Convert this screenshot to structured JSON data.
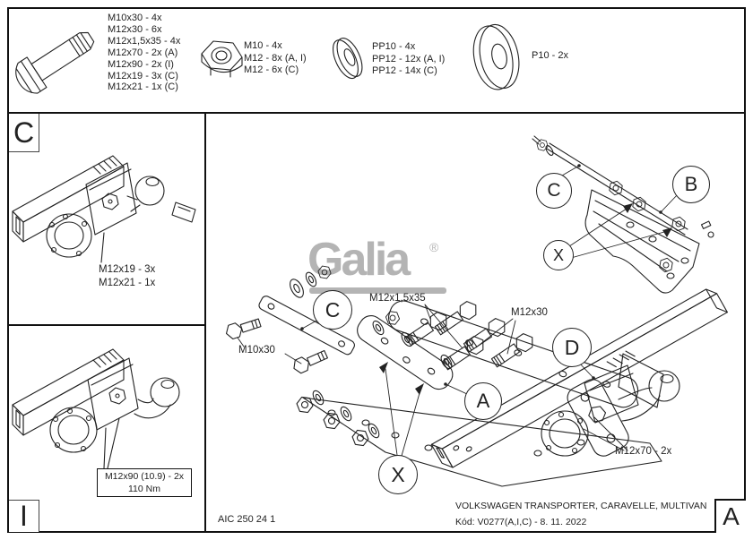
{
  "top_hardware": {
    "bolt_lines": [
      "M10x30 - 4x",
      "M12x30 - 6x",
      "M12x1,5x35 - 4x",
      "M12x70 - 2x (A)",
      "M12x90 - 2x (I)",
      "M12x19 - 3x (C)",
      "M12x21 - 1x (C)"
    ],
    "nut_lines": [
      "M10 - 4x",
      "M12 - 8x (A, I)",
      "M12 - 6x (C)"
    ],
    "washer_lines": [
      "PP10 - 4x",
      "PP12 - 12x (A, I)",
      "PP12 - 14x (C)"
    ],
    "big_washer_lines": [
      "P10 - 2x"
    ]
  },
  "panel_c": {
    "corner_label": "C",
    "note_lines": [
      "M12x19 - 3x",
      "M12x21 - 1x"
    ]
  },
  "panel_i": {
    "corner_label": "I",
    "box_lines": [
      "M12x90 (10.9) - 2x",
      "110 Nm"
    ]
  },
  "logo": {
    "text": "Galia",
    "registered": "®"
  },
  "main_labels": {
    "bolt_m12x1535": "M12x1,5x35",
    "bolt_m12x30": "M12x30",
    "bolt_m10x30": "M10x30",
    "bolt_m12x70": "M12x70 - 2x"
  },
  "callouts": {
    "c_upper": "C",
    "b": "B",
    "x_upper": "X",
    "c_mid": "C",
    "a": "A",
    "x_lower": "X",
    "d": "D"
  },
  "title_block": {
    "drawing_number": "AIC 250 24 1",
    "vehicle": "VOLKSWAGEN TRANSPORTER, CARAVELLE, MULTIVAN",
    "code_date": "Kód: V0277(A,I,C) - 8. 11. 2022",
    "revision": "A"
  },
  "colors": {
    "line": "#222222",
    "logo_gray": "#b4b4b4",
    "background": "#ffffff"
  }
}
